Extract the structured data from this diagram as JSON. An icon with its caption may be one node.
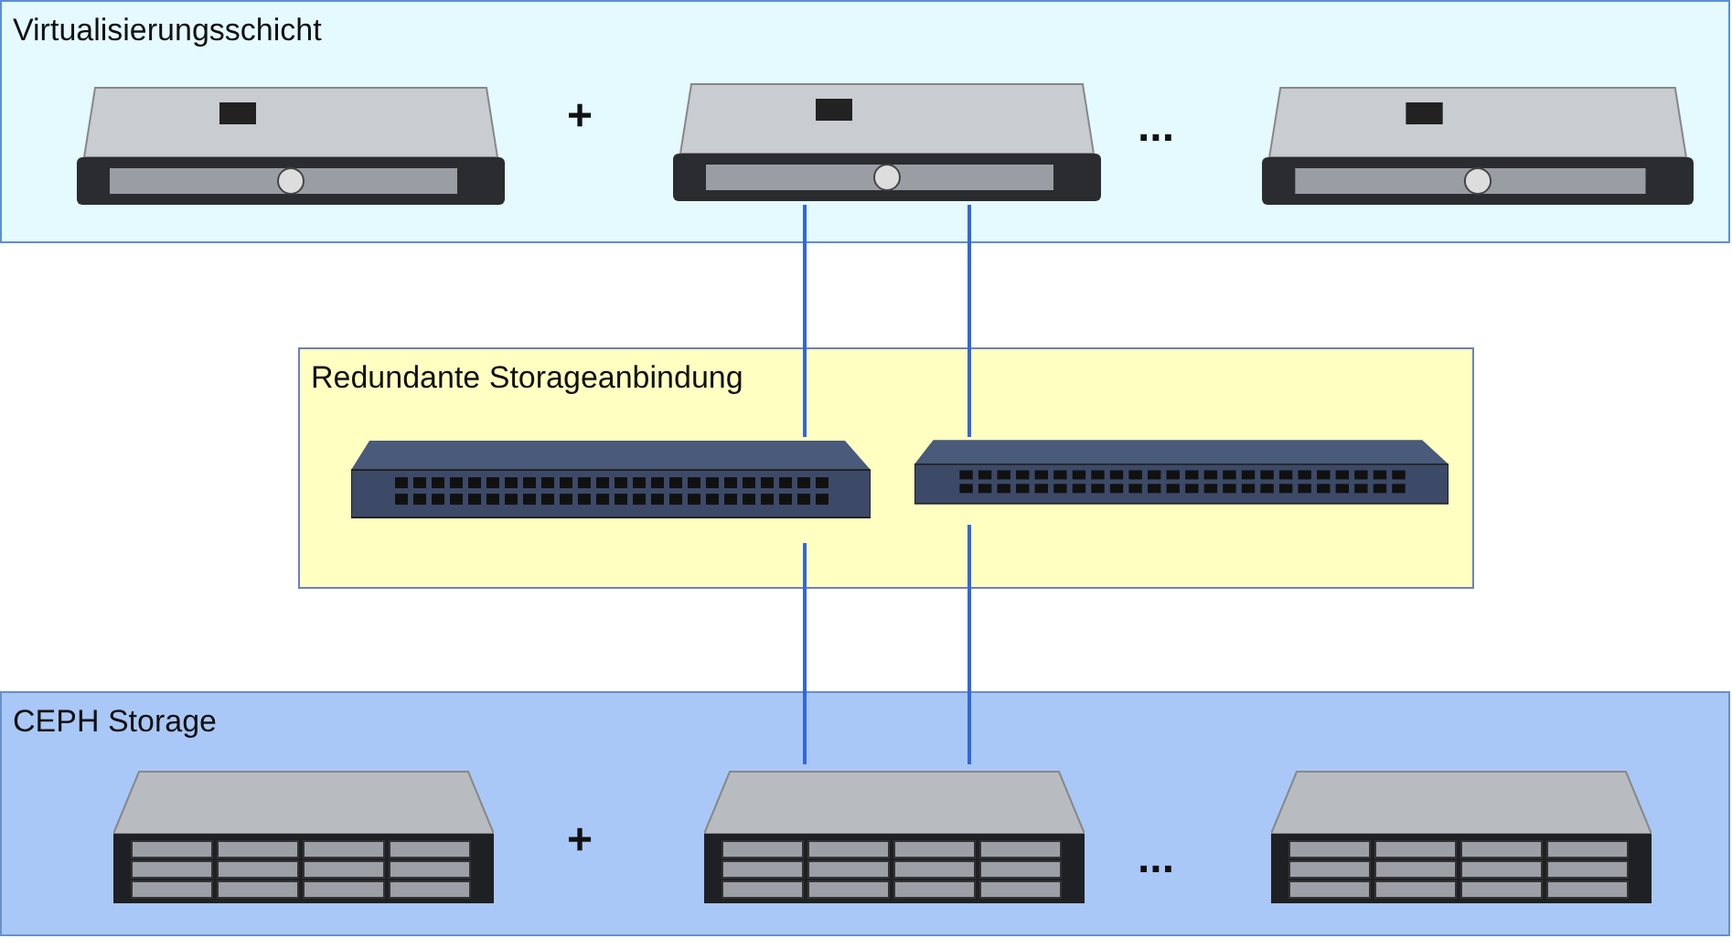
{
  "diagram": {
    "nodes": [
      {
        "text": [
          "Virtualisierungsschicht"
        ]
      },
      {
        "text": [],
        "shape": "picture",
        "in": 0
      },
      {
        "text": [],
        "shape": "picture",
        "in": 0
      },
      {
        "text": [],
        "shape": "picture",
        "in": 0
      },
      {
        "text": [
          "Redundante Storageanbindung"
        ]
      },
      {
        "text": [],
        "shape": "picture",
        "in": 4
      },
      {
        "text": [],
        "shape": "picture",
        "in": 4
      },
      {
        "text": [
          "CEPH Storage"
        ]
      },
      {
        "text": [],
        "shape": "picture",
        "in": 7
      },
      {
        "text": [],
        "shape": "picture",
        "in": 7
      },
      {
        "text": [],
        "shape": "picture",
        "in": 7
      }
    ],
    "edges": [
      {
        "from": 2,
        "to": 5,
        "arrow": "none",
        "color": "#3366dd"
      },
      {
        "from": 5,
        "to": 9,
        "arrow": "none",
        "color": "#3366dd"
      },
      {
        "from": 2,
        "to": 6,
        "arrow": "none",
        "color": "#3366dd"
      },
      {
        "from": 6,
        "to": 9,
        "arrow": "none",
        "color": "#3366dd"
      }
    ],
    "labels": [
      "+",
      "...",
      "+",
      "..."
    ]
  }
}
